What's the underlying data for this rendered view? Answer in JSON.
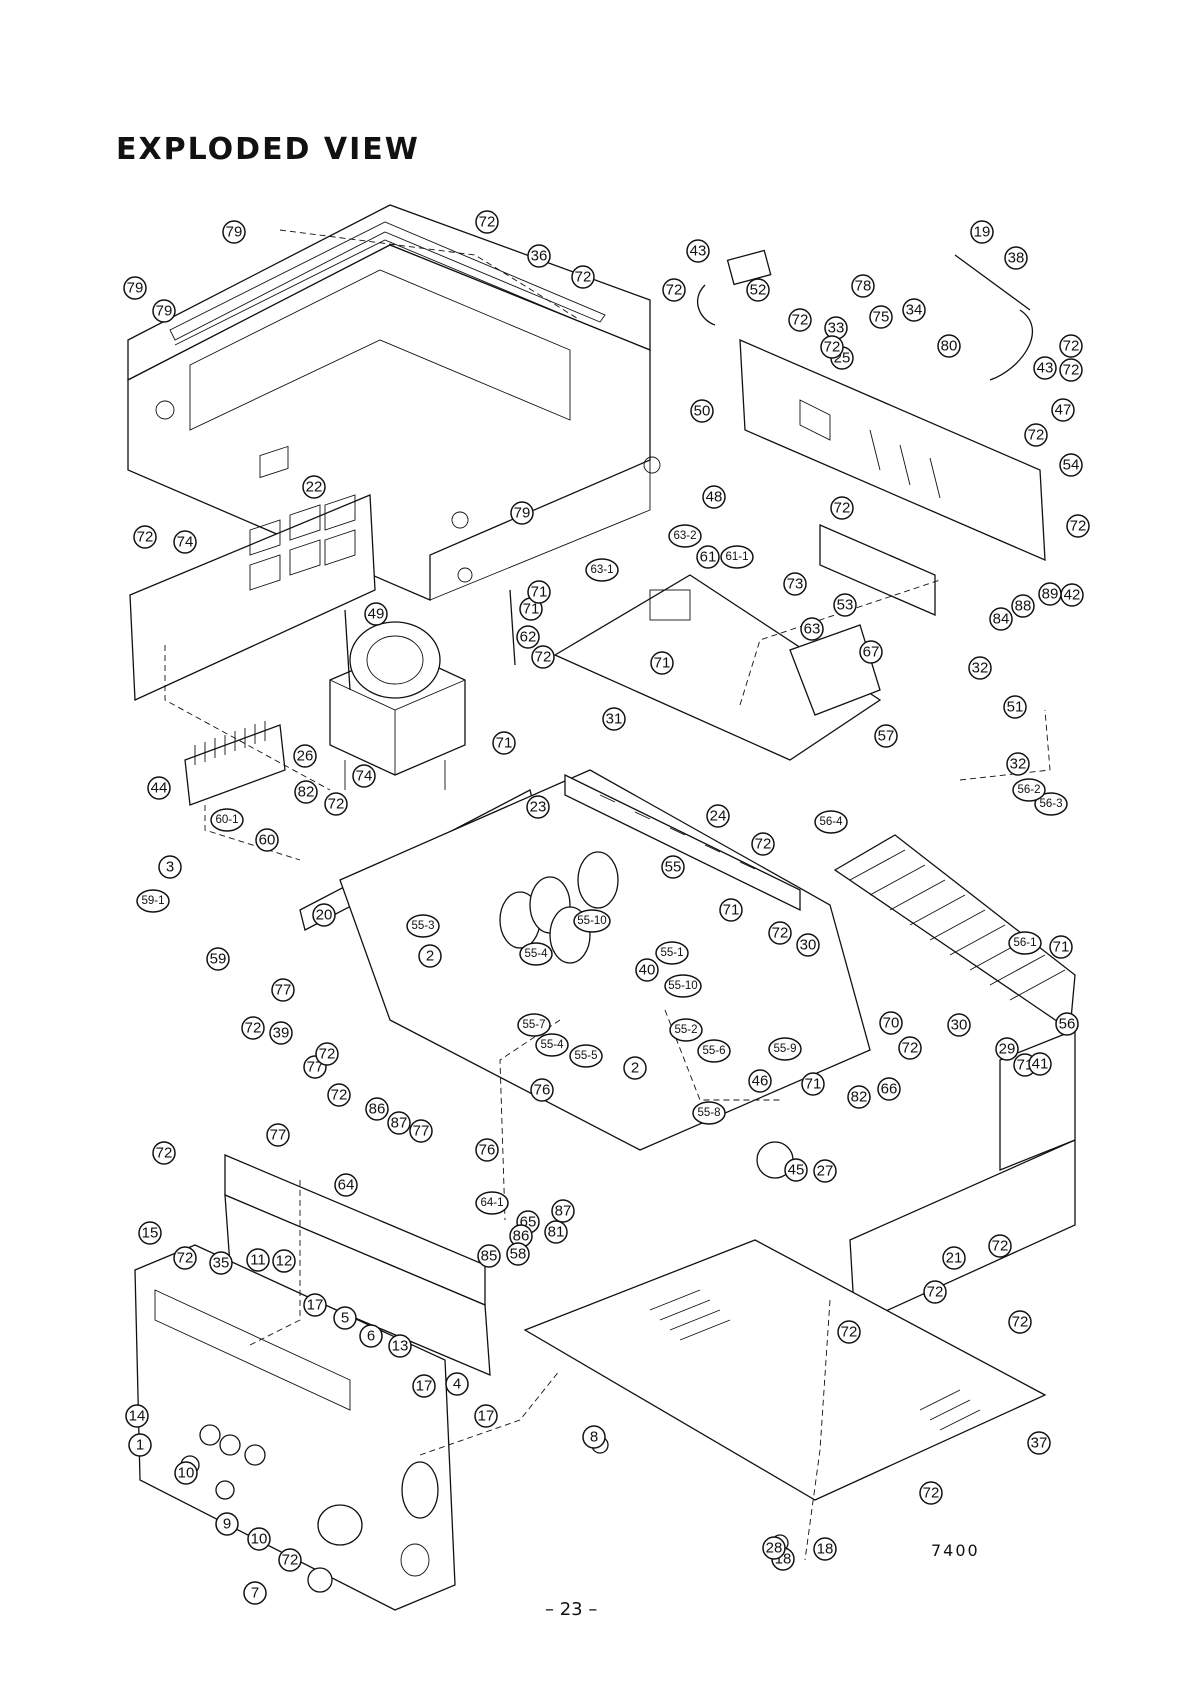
{
  "page": {
    "title": "EXPLODED VIEW",
    "model_number": "7400",
    "page_number": "– 23 –"
  },
  "diagram": {
    "callouts": [
      "79",
      "79",
      "72",
      "36",
      "72",
      "79",
      "79",
      "22",
      "72",
      "74",
      "49",
      "44",
      "26",
      "82",
      "74",
      "72",
      "3",
      "60-1",
      "60",
      "59-1",
      "59",
      "20",
      "23",
      "62",
      "71",
      "72",
      "31",
      "71",
      "63-1",
      "63-2",
      "63",
      "67",
      "73",
      "71",
      "71",
      "24",
      "55",
      "72",
      "71",
      "72",
      "30",
      "55-3",
      "2",
      "55-10",
      "55-4",
      "55-1",
      "40",
      "55-10",
      "55-7",
      "55-4",
      "55-5",
      "55-2",
      "55-6",
      "55-9",
      "55-8",
      "2",
      "46",
      "71",
      "76",
      "66",
      "82",
      "27",
      "45",
      "77",
      "39",
      "77",
      "72",
      "72",
      "86",
      "87",
      "77",
      "72",
      "76",
      "77",
      "64",
      "64-1",
      "65",
      "86",
      "81",
      "87",
      "85",
      "58",
      "72",
      "15",
      "72",
      "35",
      "11",
      "12",
      "17",
      "5",
      "6",
      "13",
      "17",
      "4",
      "17",
      "14",
      "1",
      "10",
      "9",
      "10",
      "72",
      "7",
      "8",
      "18",
      "18",
      "72",
      "72",
      "72",
      "21",
      "72",
      "37",
      "72",
      "28",
      "70",
      "72",
      "30",
      "29",
      "71",
      "41",
      "71",
      "56",
      "56-4",
      "56-1",
      "56-3",
      "56-2",
      "57",
      "32",
      "32",
      "51",
      "43",
      "72",
      "52",
      "78",
      "34",
      "75",
      "80",
      "72",
      "33",
      "25",
      "50",
      "48",
      "61",
      "61-1",
      "72",
      "72",
      "53",
      "19",
      "38",
      "72",
      "43",
      "72",
      "47",
      "72",
      "54",
      "72",
      "42",
      "89",
      "88",
      "84",
      "85"
    ]
  }
}
